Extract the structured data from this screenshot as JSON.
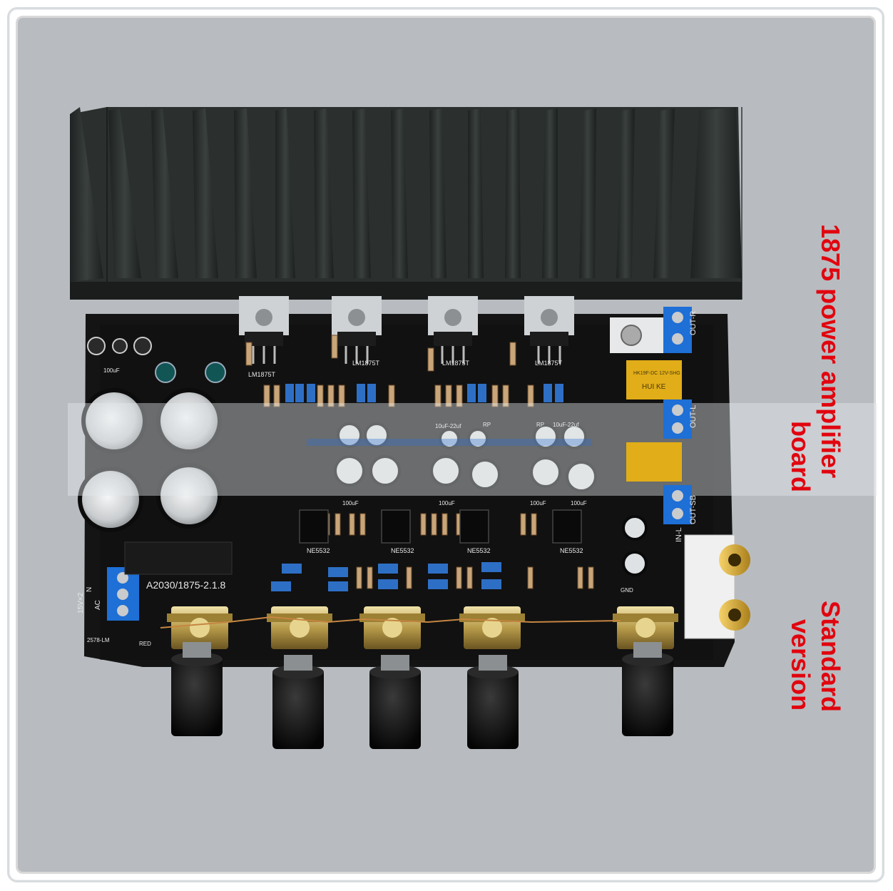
{
  "product_title_line1": "1875 power amplifier",
  "product_title_line2": "board",
  "version_line1": "Standard",
  "version_line2": "version",
  "board": {
    "silkscreen_model": "A2030/1875-2.1.8",
    "chip_labels": [
      "LM1875T",
      "LM1875T",
      "LM1875T",
      "LM1875T"
    ],
    "opamp_labels": [
      "NE5532",
      "NE5532",
      "NE5532",
      "NE5532"
    ],
    "terminal_labels": [
      "OUT-R",
      "OUT-L",
      "OUT-SB",
      "IN-L"
    ],
    "power_labels": [
      "AC",
      "N",
      "15V×2"
    ],
    "cap_labels": [
      "100uF",
      "10uF-22uf",
      "10uF-22uf",
      "RP",
      "RP",
      "100uF",
      "100uF",
      "100uF",
      "100uF"
    ],
    "relay_text": "HK19F-DC 12V-SHG",
    "relay_brand": "HUI KE",
    "misc_labels": [
      "GND",
      "RED",
      "2578-LM"
    ]
  },
  "colors": {
    "label_red": "#e1050f",
    "pcb": "#141414",
    "heatsink": "#2a2f2d",
    "background": "#b8bcc0"
  }
}
